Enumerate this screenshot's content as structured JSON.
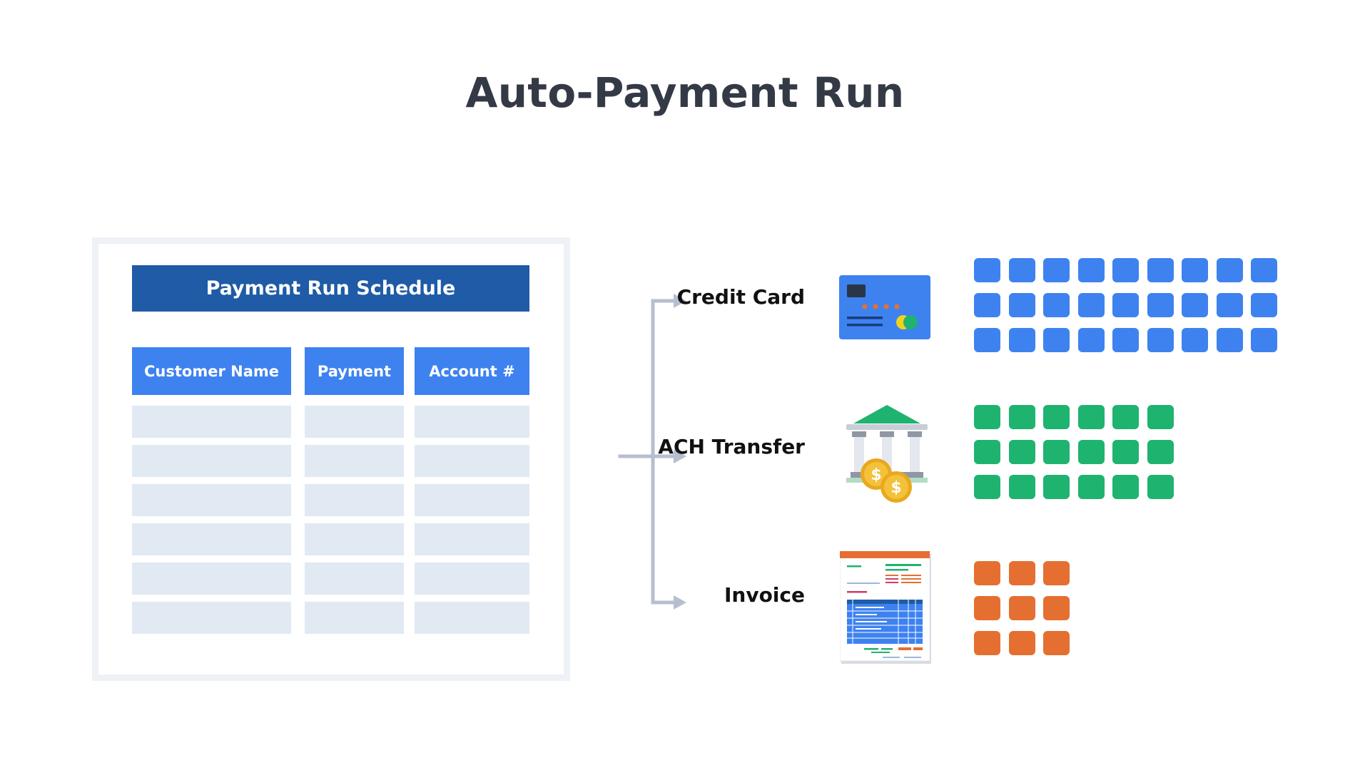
{
  "title": "Auto-Payment Run",
  "schedule": {
    "header": "Payment Run Schedule",
    "columns": [
      "Customer Name",
      "Payment",
      "Account #"
    ],
    "row_count": 6
  },
  "methods": [
    {
      "label": "Credit Card",
      "icon": "credit-card-icon",
      "color": "#3e82f0",
      "tile_rows": 3,
      "tile_cols": 9
    },
    {
      "label": "ACH Transfer",
      "icon": "bank-icon",
      "color": "#1fb370",
      "tile_rows": 3,
      "tile_cols": 6
    },
    {
      "label": "Invoice",
      "icon": "invoice-icon",
      "color": "#e56f30",
      "tile_rows": 3,
      "tile_cols": 3
    }
  ],
  "colors": {
    "title": "#343a45",
    "header_dark_blue": "#1f5ba6",
    "header_blue": "#3e82f0",
    "cell_bg": "#e1e9f3",
    "panel_border": "#eef1f5",
    "arrow": "#b5bfcf"
  }
}
